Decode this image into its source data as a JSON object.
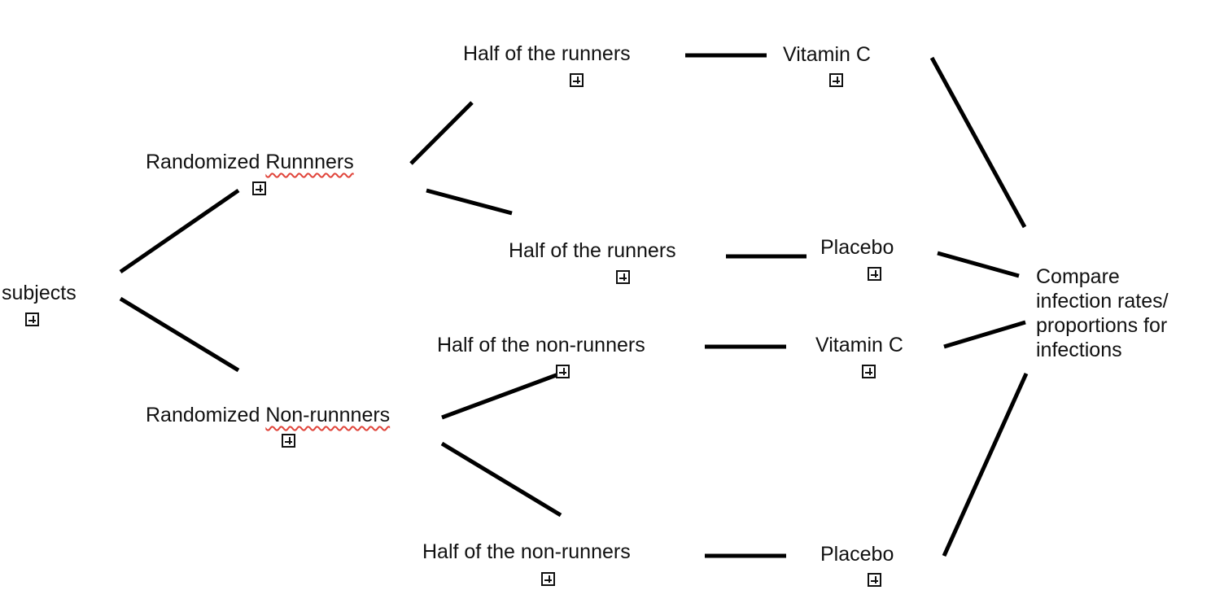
{
  "nodes": {
    "subjects": "subjects",
    "randomized_runners": {
      "prefix": "Randomized ",
      "word": "Runnners"
    },
    "randomized_nonrunners": {
      "prefix": "Randomized ",
      "word": "Non-runnners"
    },
    "half_runners_top": "Half of the runners",
    "half_runners_bottom": "Half of the runners",
    "half_nonrunners_top": "Half of the non-runners",
    "half_nonrunners_bottom": "Half of the non-runners",
    "vitamin_c_runners": "Vitamin C",
    "placebo_runners": "Placebo",
    "vitamin_c_nonrunners": "Vitamin C",
    "placebo_nonrunners": "Placebo",
    "compare": "Compare infection rates/ proportions for infections"
  },
  "colors": {
    "connector": "#000000",
    "spellcheck_underline": "#e0443a"
  },
  "icons": {
    "expand": "boxed-plus-icon"
  }
}
